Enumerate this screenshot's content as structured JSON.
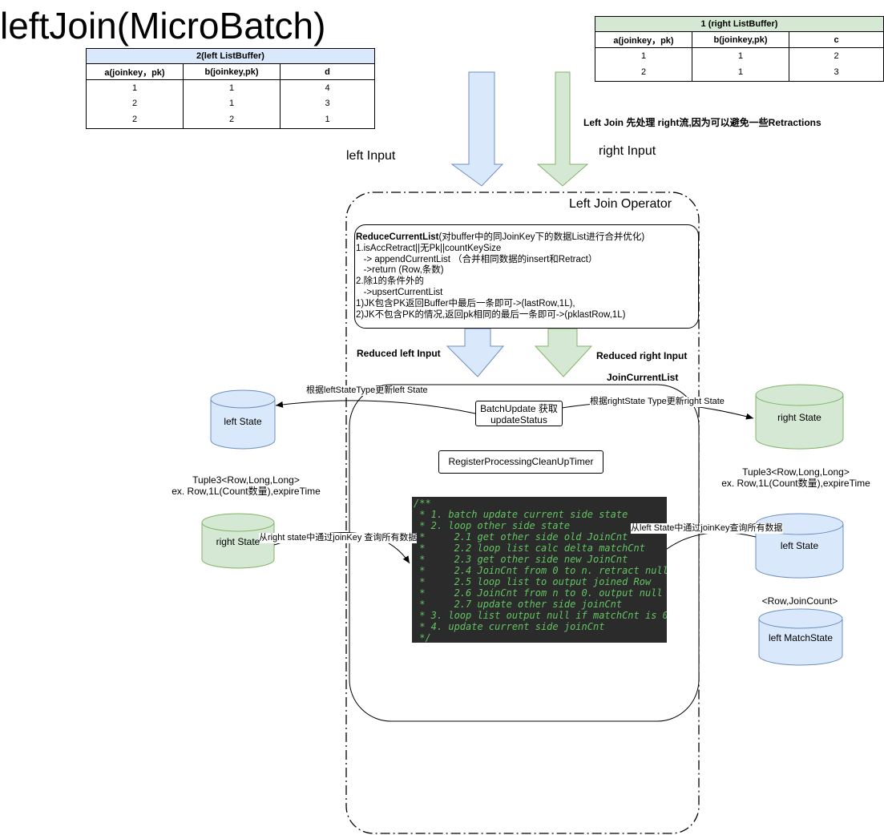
{
  "title": "leftJoin(MicroBatch)",
  "left_buffer": {
    "caption": "2(left ListBuffer)",
    "columns": [
      "a(joinkey，pk)",
      "b(joinkey,pk)",
      "d"
    ],
    "rows": [
      [
        "1",
        "1",
        "4"
      ],
      [
        "2",
        "1",
        "3"
      ],
      [
        "2",
        "2",
        "1"
      ]
    ]
  },
  "right_buffer": {
    "caption": "1 (right ListBuffer)",
    "columns": [
      "a(joinkey，pk)",
      "b(joinkey,pk)",
      "c"
    ],
    "rows": [
      [
        "1",
        "1",
        "2"
      ],
      [
        "2",
        "1",
        "3"
      ]
    ]
  },
  "labels": {
    "left_input": "left Input",
    "right_input": "right Input",
    "right_first_note": "Left Join 先处理 right流,因为可以避免一些Retractions",
    "operator": "Left Join Operator",
    "reduced_left": "Reduced left Input",
    "reduced_right": "Reduced right Input",
    "join_current_list": "JoinCurrentList"
  },
  "reduce_box": {
    "heading": "ReduceCurrentList",
    "heading_rest": "(对buffer中的同JoinKey下的数据List进行合并优化)",
    "lines": [
      "1.isAccRetract||无Pk||countKeySize",
      "   -> appendCurrentList （合并相同数据的insert和Retract）",
      "   ->return (Row,条数)",
      "2.除1的条件外的",
      "   ->upsertCurrentList",
      "1)JK包含PK返回Buffer中最后一条即可->(lastRow,1L),",
      "2)JK不包含PK的情况,返回pk相同的最后一条即可->(pklastRow,1L)"
    ]
  },
  "batch_update": [
    "BatchUpdate 获取",
    "updateStatus"
  ],
  "timer": "RegisterProcessingCleanUpTimer",
  "edges": {
    "to_left_state": "根据leftStateType更新left State",
    "to_right_state": "根据rightState Type更新right State",
    "from_right_state": "从right state中通过joinKey 查询所有数据",
    "from_left_state": "从left State中通过joinKey查询所有数据"
  },
  "states": {
    "left_state_top": "left State",
    "right_state_top": "right State",
    "right_state_bottom": "right State",
    "left_state_bottom": "left State",
    "left_match_state": "left MatchState"
  },
  "tuple_left": [
    "Tuple3<Row,Long,Long>",
    "ex. Row,1L(Count数量),expireTime"
  ],
  "tuple_right": [
    "Tuple3<Row,Long,Long>",
    "ex. Row,1L(Count数量),expireTime"
  ],
  "row_join_count": "<Row,JoinCount>",
  "code_lines": [
    "/**",
    " * 1. batch update current side state",
    " * 2. loop other side state",
    " *     2.1 get other side old JoinCnt",
    " *     2.2 loop list calc delta matchCnt",
    " *     2.3 get other side new JoinCnt",
    " *     2.4 JoinCnt from 0 to n. retract null",
    " *     2.5 loop list to output joined Row",
    " *     2.6 JoinCnt from n to 0. output null",
    " *     2.7 update other side joinCnt",
    " * 3. loop list output null if matchCnt is 0",
    " * 4. update current side joinCnt",
    " */"
  ],
  "colors": {
    "blue_fill": "#dae8fc",
    "blue_stroke": "#6c8ebf",
    "green_fill": "#d5e8d4",
    "green_stroke": "#82b366",
    "code_bg": "#2b2b2b",
    "code_text": "#62c462"
  }
}
